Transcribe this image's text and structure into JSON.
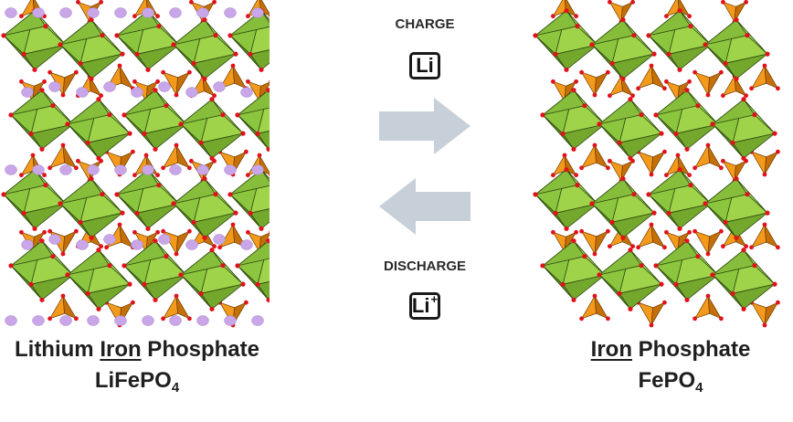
{
  "charge": {
    "label": "CHARGE",
    "li_symbol": "Li",
    "li_mark": ""
  },
  "discharge": {
    "label": "DISCHARGE",
    "li_symbol": "Li",
    "li_mark": "+"
  },
  "left": {
    "name_part1": "Lithium ",
    "name_underlined": "Iron",
    "name_part2": " Phosphate",
    "formula_main": "LiFePO",
    "formula_sub": "4"
  },
  "right": {
    "name_underlined": "Iron",
    "name_part2": " Phosphate",
    "formula_main": "FePO",
    "formula_sub": "4"
  },
  "colors": {
    "octahedron": "#8cc63f",
    "octahedron_dark": "#5d8f1f",
    "tetrahedron": "#f39a1c",
    "tetrahedron_dark": "#c56f08",
    "oxygen": "#e0121a",
    "lithium": "#c9a6e8",
    "arrow": "#c7d0d8"
  }
}
